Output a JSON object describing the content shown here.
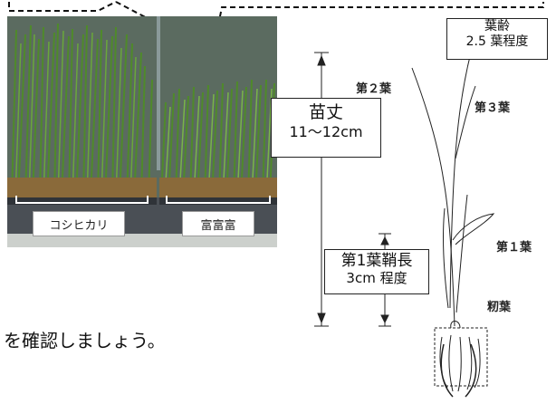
{
  "photo": {
    "left_label": "コシヒカリ",
    "right_label": "富富富"
  },
  "diagram": {
    "leaf_age_box": {
      "line1": "葉齢",
      "line2": "2.5 葉程度"
    },
    "height_box": {
      "line1": "苗丈",
      "line2": "11〜12cm"
    },
    "sheath_box": {
      "line1": "第1葉鞘長",
      "line2": "3cm 程度"
    },
    "labels": {
      "leaf2": "第２葉",
      "leaf3": "第３葉",
      "leaf1": "第１葉",
      "seed": "籾葉"
    }
  },
  "body_text": "を確認しましょう。"
}
